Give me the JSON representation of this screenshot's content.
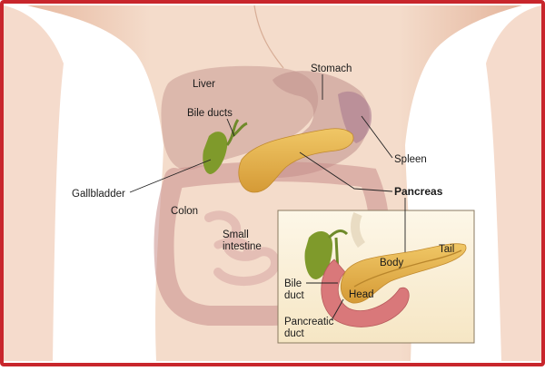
{
  "colors": {
    "frame": "#c8262c",
    "skin": "#f1d2bc",
    "organ_shadow": "#c99b94",
    "pancreas": "#e4b24c",
    "gallbladder": "#7f9a2b",
    "duodenum": "#d9787a",
    "inset_bg": "#fbf1dc"
  },
  "labels": {
    "liver": "Liver",
    "stomach": "Stomach",
    "bile_ducts": "Bile ducts",
    "spleen": "Spleen",
    "gallbladder": "Gallbladder",
    "pancreas": "Pancreas",
    "colon": "Colon",
    "small_intestine_1": "Small",
    "small_intestine_2": "intestine"
  },
  "inset": {
    "tail": "Tail",
    "body": "Body",
    "head": "Head",
    "bile_duct_1": "Bile",
    "bile_duct_2": "duct",
    "pancreatic_duct_1": "Pancreatic",
    "pancreatic_duct_2": "duct"
  }
}
